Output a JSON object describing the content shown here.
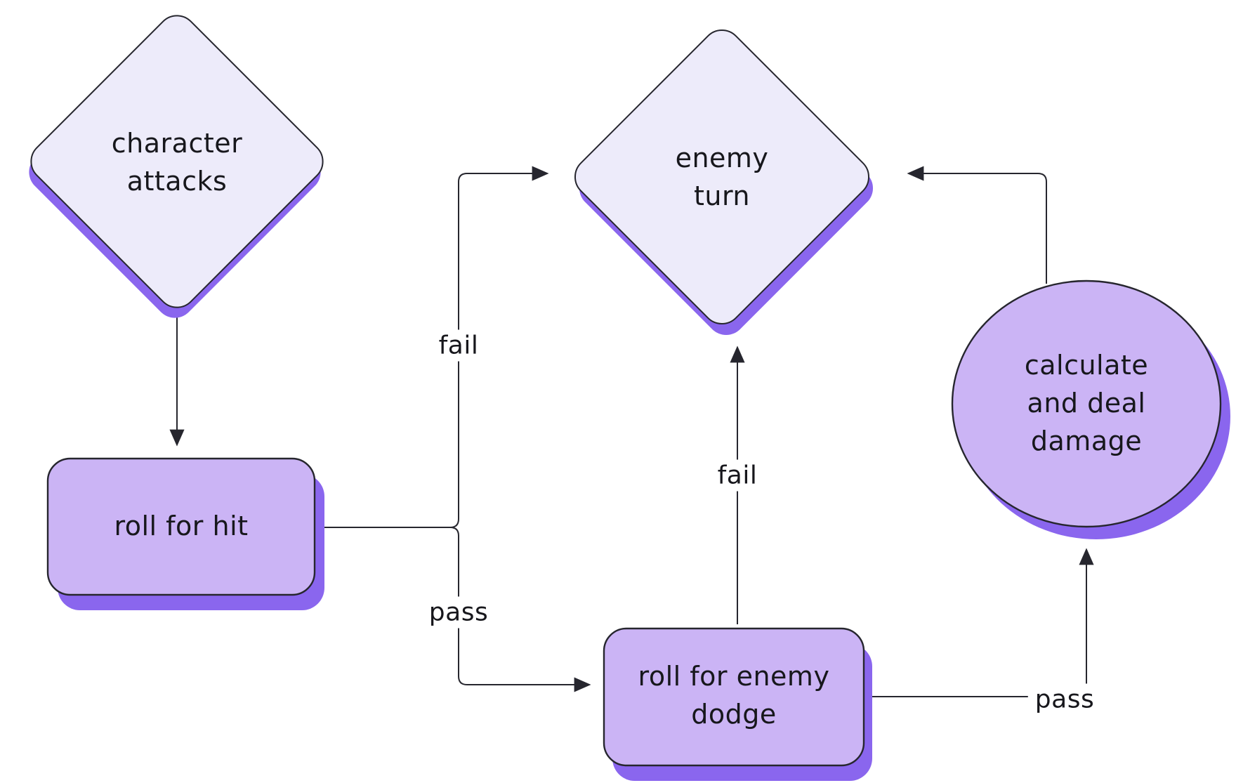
{
  "colors": {
    "background": "#ffffff",
    "node_fill_light": "#edebfa",
    "node_fill_purple": "#cbb4f5",
    "shadow_purple": "#8a66ee",
    "outline": "#26262e",
    "text": "#17171c"
  },
  "nodes": [
    {
      "id": "character-attacks",
      "shape": "diamond",
      "label": "character\nattacks"
    },
    {
      "id": "roll-for-hit",
      "shape": "rounded-rectangle",
      "label": "roll for hit"
    },
    {
      "id": "enemy-turn",
      "shape": "diamond",
      "label": "enemy\nturn"
    },
    {
      "id": "roll-for-enemy-dodge",
      "shape": "rounded-rectangle",
      "label": "roll for enemy\ndodge"
    },
    {
      "id": "calculate-and-deal-damage",
      "shape": "circle",
      "label": "calculate\nand deal\ndamage"
    }
  ],
  "edges": [
    {
      "from": "character-attacks",
      "to": "roll-for-hit",
      "label": ""
    },
    {
      "from": "roll-for-hit",
      "to": "enemy-turn",
      "label": "fail"
    },
    {
      "from": "roll-for-hit",
      "to": "roll-for-enemy-dodge",
      "label": "pass"
    },
    {
      "from": "roll-for-enemy-dodge",
      "to": "enemy-turn",
      "label": "fail"
    },
    {
      "from": "roll-for-enemy-dodge",
      "to": "calculate-and-deal-damage",
      "label": "pass"
    },
    {
      "from": "calculate-and-deal-damage",
      "to": "enemy-turn",
      "label": ""
    }
  ]
}
